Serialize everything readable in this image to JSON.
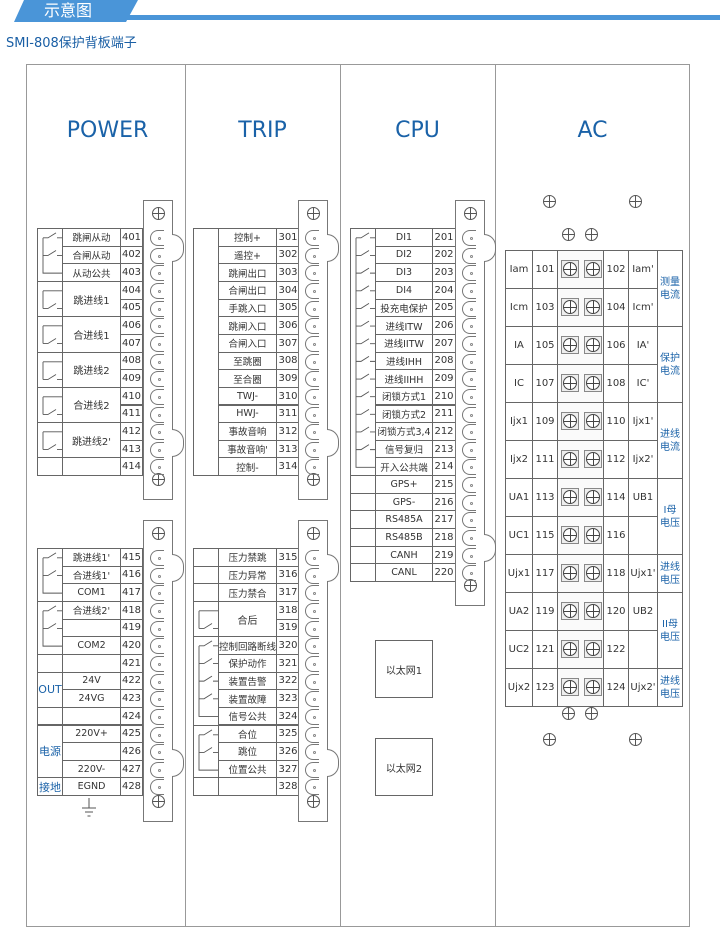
{
  "header": {
    "title": "示意图",
    "subtitle": "SMI-808保护背板端子"
  },
  "panels": {
    "power": "POWER",
    "trip": "TRIP",
    "cpu": "CPU",
    "ac": "AC"
  },
  "colors": {
    "accent": "#1a62a8",
    "header_bar": "#4a95d8"
  },
  "blocks": {
    "power1": {
      "groups": [
        {
          "type": "common",
          "rows": [
            {
              "name": "跳闸从动",
              "num": "401"
            },
            {
              "name": "合闸从动",
              "num": "402"
            },
            {
              "name": "从动公共",
              "num": "403"
            }
          ]
        },
        {
          "type": "pair",
          "merged": "跳进线1",
          "rows": [
            {
              "num": "404"
            },
            {
              "num": "405"
            }
          ]
        },
        {
          "type": "pair",
          "merged": "合进线1",
          "rows": [
            {
              "num": "406"
            },
            {
              "num": "407"
            }
          ]
        },
        {
          "type": "pair",
          "merged": "跳进线2",
          "rows": [
            {
              "num": "408"
            },
            {
              "num": "409"
            }
          ]
        },
        {
          "type": "pair",
          "merged": "合进线2",
          "rows": [
            {
              "num": "410"
            },
            {
              "num": "411"
            }
          ]
        },
        {
          "type": "pair",
          "merged": "跳进线2'",
          "rows": [
            {
              "num": "412"
            },
            {
              "num": "413"
            }
          ]
        },
        {
          "rows": [
            {
              "name": "",
              "num": "414"
            }
          ]
        }
      ]
    },
    "power2": {
      "groups": [
        {
          "type": "common",
          "rows": [
            {
              "name": "跳进线1'",
              "num": "415"
            },
            {
              "name": "合进线1'",
              "num": "416"
            },
            {
              "name": "COM1",
              "num": "417"
            }
          ]
        },
        {
          "type": "common",
          "rows": [
            {
              "name": "合进线2'",
              "num": "418"
            },
            {
              "name": "",
              "num": "419"
            },
            {
              "name": "COM2",
              "num": "420"
            }
          ]
        },
        {
          "rows": [
            {
              "name": "",
              "num": "421"
            }
          ]
        },
        {
          "side": "OUT",
          "rows": [
            {
              "name": "24V",
              "num": "422"
            },
            {
              "name": "24VG",
              "num": "423"
            }
          ]
        },
        {
          "rows": [
            {
              "name": "",
              "num": "424"
            }
          ]
        },
        {
          "side": "电源",
          "rows": [
            {
              "name": "220V+",
              "num": "425"
            },
            {
              "name": "",
              "num": "426"
            },
            {
              "name": "220V-",
              "num": "427"
            }
          ]
        },
        {
          "side": "接地",
          "rows": [
            {
              "name": "EGND",
              "num": "428"
            }
          ]
        }
      ]
    },
    "trip1": {
      "groups": [
        {
          "rows": [
            {
              "name": "控制+",
              "num": "301"
            },
            {
              "name": "遥控+",
              "num": "302"
            },
            {
              "name": "跳闸出口",
              "num": "303"
            },
            {
              "name": "合闸出口",
              "num": "304"
            },
            {
              "name": "手跳入口",
              "num": "305"
            },
            {
              "name": "跳闸入口",
              "num": "306"
            },
            {
              "name": "合闸入口",
              "num": "307"
            },
            {
              "name": "至跳圈",
              "num": "308"
            },
            {
              "name": "至合圈",
              "num": "309"
            },
            {
              "name": "TWJ-",
              "num": "310"
            },
            {
              "name": "HWJ-",
              "num": "311"
            },
            {
              "name": "事故音响",
              "num": "312"
            },
            {
              "name": "事故音响'",
              "num": "313"
            },
            {
              "name": "控制-",
              "num": "314"
            }
          ]
        }
      ]
    },
    "trip2": {
      "groups": [
        {
          "rows": [
            {
              "name": "压力禁跳",
              "num": "315"
            }
          ]
        },
        {
          "rows": [
            {
              "name": "压力异常",
              "num": "316"
            }
          ]
        },
        {
          "rows": [
            {
              "name": "压力禁合",
              "num": "317"
            }
          ]
        },
        {
          "type": "pair",
          "merged": "合后",
          "rows": [
            {
              "num": "318"
            },
            {
              "num": "319"
            }
          ]
        },
        {
          "type": "common",
          "rows": [
            {
              "name": "控制回路断线",
              "num": "320"
            },
            {
              "name": "保护动作",
              "num": "321"
            },
            {
              "name": "装置告警",
              "num": "322"
            },
            {
              "name": "装置故障",
              "num": "323"
            },
            {
              "name": "信号公共",
              "num": "324"
            }
          ]
        },
        {
          "type": "common",
          "rows": [
            {
              "name": "合位",
              "num": "325"
            },
            {
              "name": "跳位",
              "num": "326"
            },
            {
              "name": "位置公共",
              "num": "327"
            }
          ]
        },
        {
          "rows": [
            {
              "name": "",
              "num": "328"
            }
          ]
        }
      ]
    },
    "cpu": {
      "groups": [
        {
          "type": "common",
          "rows": [
            {
              "name": "DI1",
              "num": "201"
            },
            {
              "name": "DI2",
              "num": "202"
            },
            {
              "name": "DI3",
              "num": "203"
            },
            {
              "name": "DI4",
              "num": "204"
            },
            {
              "name": "投充电保护",
              "num": "205"
            },
            {
              "name": "进线ITW",
              "num": "206"
            },
            {
              "name": "进线IITW",
              "num": "207"
            },
            {
              "name": "进线IHH",
              "num": "208"
            },
            {
              "name": "进线IIHH",
              "num": "209"
            },
            {
              "name": "闭锁方式1",
              "num": "210"
            },
            {
              "name": "闭锁方式2",
              "num": "211"
            },
            {
              "name": "闭锁方式3,4",
              "num": "212"
            },
            {
              "name": "信号复归",
              "num": "213"
            },
            {
              "name": "开入公共端",
              "num": "214"
            }
          ]
        },
        {
          "rows": [
            {
              "name": "GPS+",
              "num": "215"
            }
          ]
        },
        {
          "rows": [
            {
              "name": "GPS-",
              "num": "216"
            }
          ]
        },
        {
          "rows": [
            {
              "name": "RS485A",
              "num": "217"
            }
          ]
        },
        {
          "rows": [
            {
              "name": "RS485B",
              "num": "218"
            }
          ]
        },
        {
          "rows": [
            {
              "name": "CANH",
              "num": "219"
            }
          ]
        },
        {
          "rows": [
            {
              "name": "CANL",
              "num": "220"
            }
          ]
        }
      ]
    }
  },
  "ethernet": [
    "以太网1",
    "以太网2"
  ],
  "ac": {
    "rows": [
      {
        "l": "Iam",
        "ln": "101",
        "rn": "102",
        "r": "Iam'"
      },
      {
        "l": "Icm",
        "ln": "103",
        "rn": "104",
        "r": "Icm'"
      },
      {
        "l": "IA",
        "ln": "105",
        "rn": "106",
        "r": "IA'"
      },
      {
        "l": "IC",
        "ln": "107",
        "rn": "108",
        "r": "IC'"
      },
      {
        "l": "Ijx1",
        "ln": "109",
        "rn": "110",
        "r": "Ijx1'"
      },
      {
        "l": "Ijx2",
        "ln": "111",
        "rn": "112",
        "r": "Ijx2'"
      },
      {
        "l": "UA1",
        "ln": "113",
        "rn": "114",
        "r": "UB1"
      },
      {
        "l": "UC1",
        "ln": "115",
        "rn": "116",
        "r": ""
      },
      {
        "l": "Ujx1",
        "ln": "117",
        "rn": "118",
        "r": "Ujx1'"
      },
      {
        "l": "UA2",
        "ln": "119",
        "rn": "120",
        "r": "UB2"
      },
      {
        "l": "UC2",
        "ln": "121",
        "rn": "122",
        "r": ""
      },
      {
        "l": "Ujx2",
        "ln": "123",
        "rn": "124",
        "r": "Ujx2'"
      }
    ],
    "groups": [
      {
        "label": "测量电流",
        "span": 2
      },
      {
        "label": "保护电流",
        "span": 2
      },
      {
        "label": "进线电流",
        "span": 2
      },
      {
        "label": "I母电压",
        "span": 2
      },
      {
        "label": "进线电压",
        "span": 1
      },
      {
        "label": "II母电压",
        "span": 2
      },
      {
        "label": "进线电压",
        "span": 1
      }
    ]
  }
}
